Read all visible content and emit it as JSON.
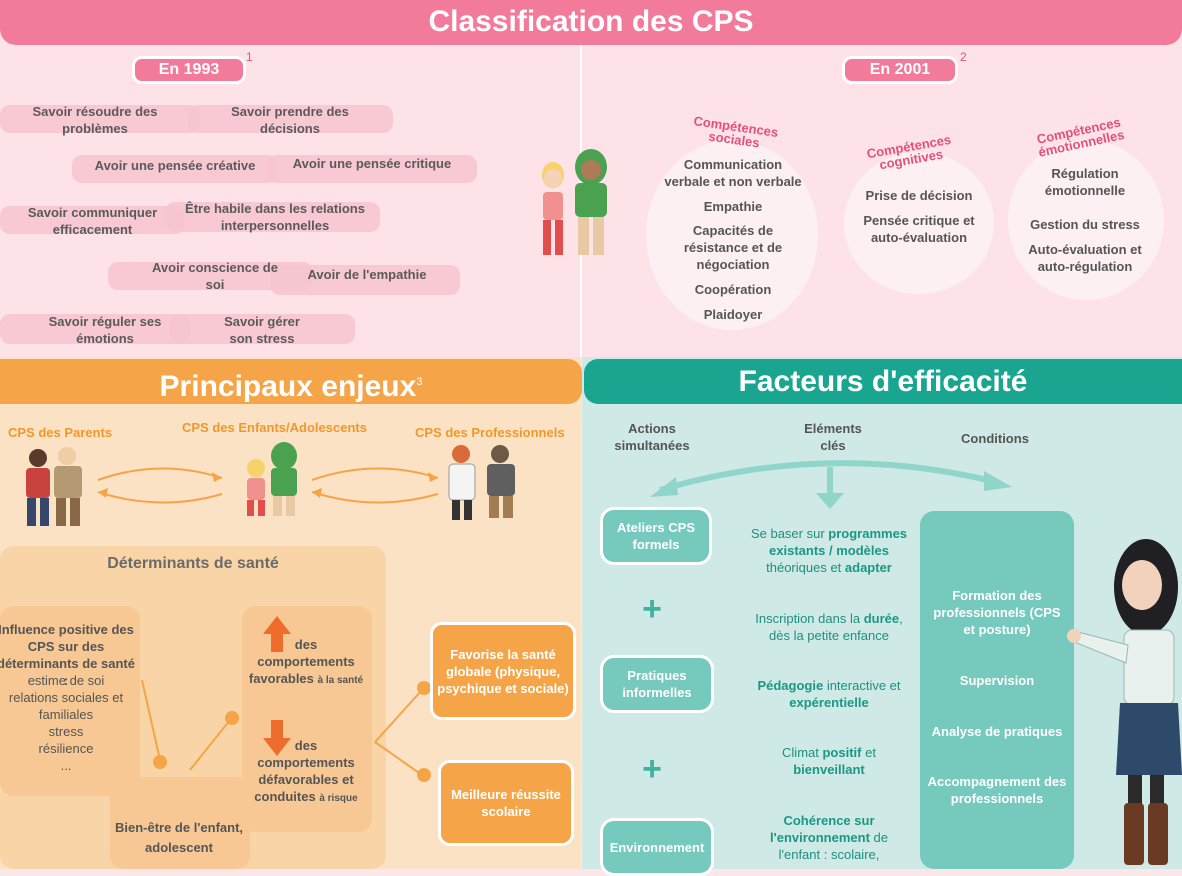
{
  "top": {
    "title": "Classification des CPS",
    "left": {
      "year": "En 1993",
      "footnote": "1",
      "skills": [
        "Savoir résoudre des problèmes",
        "Savoir prendre des décisions",
        "Avoir une pensée créative",
        "Avoir une pensée critique",
        "Savoir communiquer efficacement",
        "Être habile dans les relations interpersonnelles",
        "Avoir conscience de soi",
        "Avoir de l'empathie",
        "Savoir réguler ses émotions",
        "Savoir gérer son stress"
      ]
    },
    "right": {
      "year": "En 2001",
      "footnote": "2",
      "categories": [
        {
          "title_l1": "Compétences",
          "title_l2": "sociales",
          "items": [
            "Communication verbale et non verbale",
            "Empathie",
            "Capacités de résistance et de négociation",
            "Coopération",
            "Plaidoyer"
          ]
        },
        {
          "title_l1": "Compétences",
          "title_l2": "cognitives",
          "items": [
            "Prise de décision",
            "Pensée critique et auto-évaluation"
          ]
        },
        {
          "title_l1": "Compétences",
          "title_l2": "émotionnelles",
          "items": [
            "Régulation émotionnelle",
            "Gestion du stress",
            "Auto-évaluation et auto-régulation"
          ]
        }
      ]
    }
  },
  "enjeux": {
    "title": "Principaux enjeux",
    "footnote": "3",
    "groups": [
      "CPS des Parents",
      "CPS des Enfants/Adolescents",
      "CPS des Professionnels"
    ],
    "determinants_title": "Déterminants de santé",
    "influence_title": "Influence positive des CPS sur des déterminants de santé :",
    "influence_items": [
      "estime de soi",
      "relations sociales et familiales",
      "stress",
      "résilience",
      "..."
    ],
    "wellbeing": "Bien-être de l'enfant, adolescent",
    "behaviors": {
      "good_main": "des comportements favorables",
      "good_suffix": "à la santé",
      "bad_main": "des comportements défavorables et conduites",
      "bad_suffix": "à risque"
    },
    "outcomes": [
      "Favorise la santé globale (physique, psychique et sociale)",
      "Meilleure réussite scolaire"
    ]
  },
  "facteurs": {
    "title": "Facteurs d'efficacité",
    "columns": [
      "Actions simultanées",
      "Eléments clés",
      "Conditions"
    ],
    "actions": [
      "Ateliers CPS formels",
      "Pratiques informelles",
      "Environnement"
    ],
    "plus": "+",
    "elements": [
      {
        "a": "Se baser sur ",
        "b": "programmes existants / modèles",
        "c": " théoriques et ",
        "d": "adapter"
      },
      {
        "a": "Inscription dans la ",
        "b": "durée",
        "c": ", dès la petite enfance",
        "d": ""
      },
      {
        "a": "",
        "b": "Pédagogie",
        "c": " interactive et ",
        "d": "expérentielle"
      },
      {
        "a": "Climat ",
        "b": "positif",
        "c": " et ",
        "d": "bienveillant"
      },
      {
        "a": "",
        "b": "Cohérence sur l'environnement",
        "c": " de l'enfant : scolaire,",
        "d": ""
      }
    ],
    "conditions": [
      "Formation des professionnels (CPS et posture)",
      "Supervision",
      "Analyse de pratiques",
      "Accompagnement des professionnels"
    ]
  },
  "colors": {
    "pink": "#f27a9b",
    "orange": "#f5a547",
    "teal": "#1aa590"
  }
}
